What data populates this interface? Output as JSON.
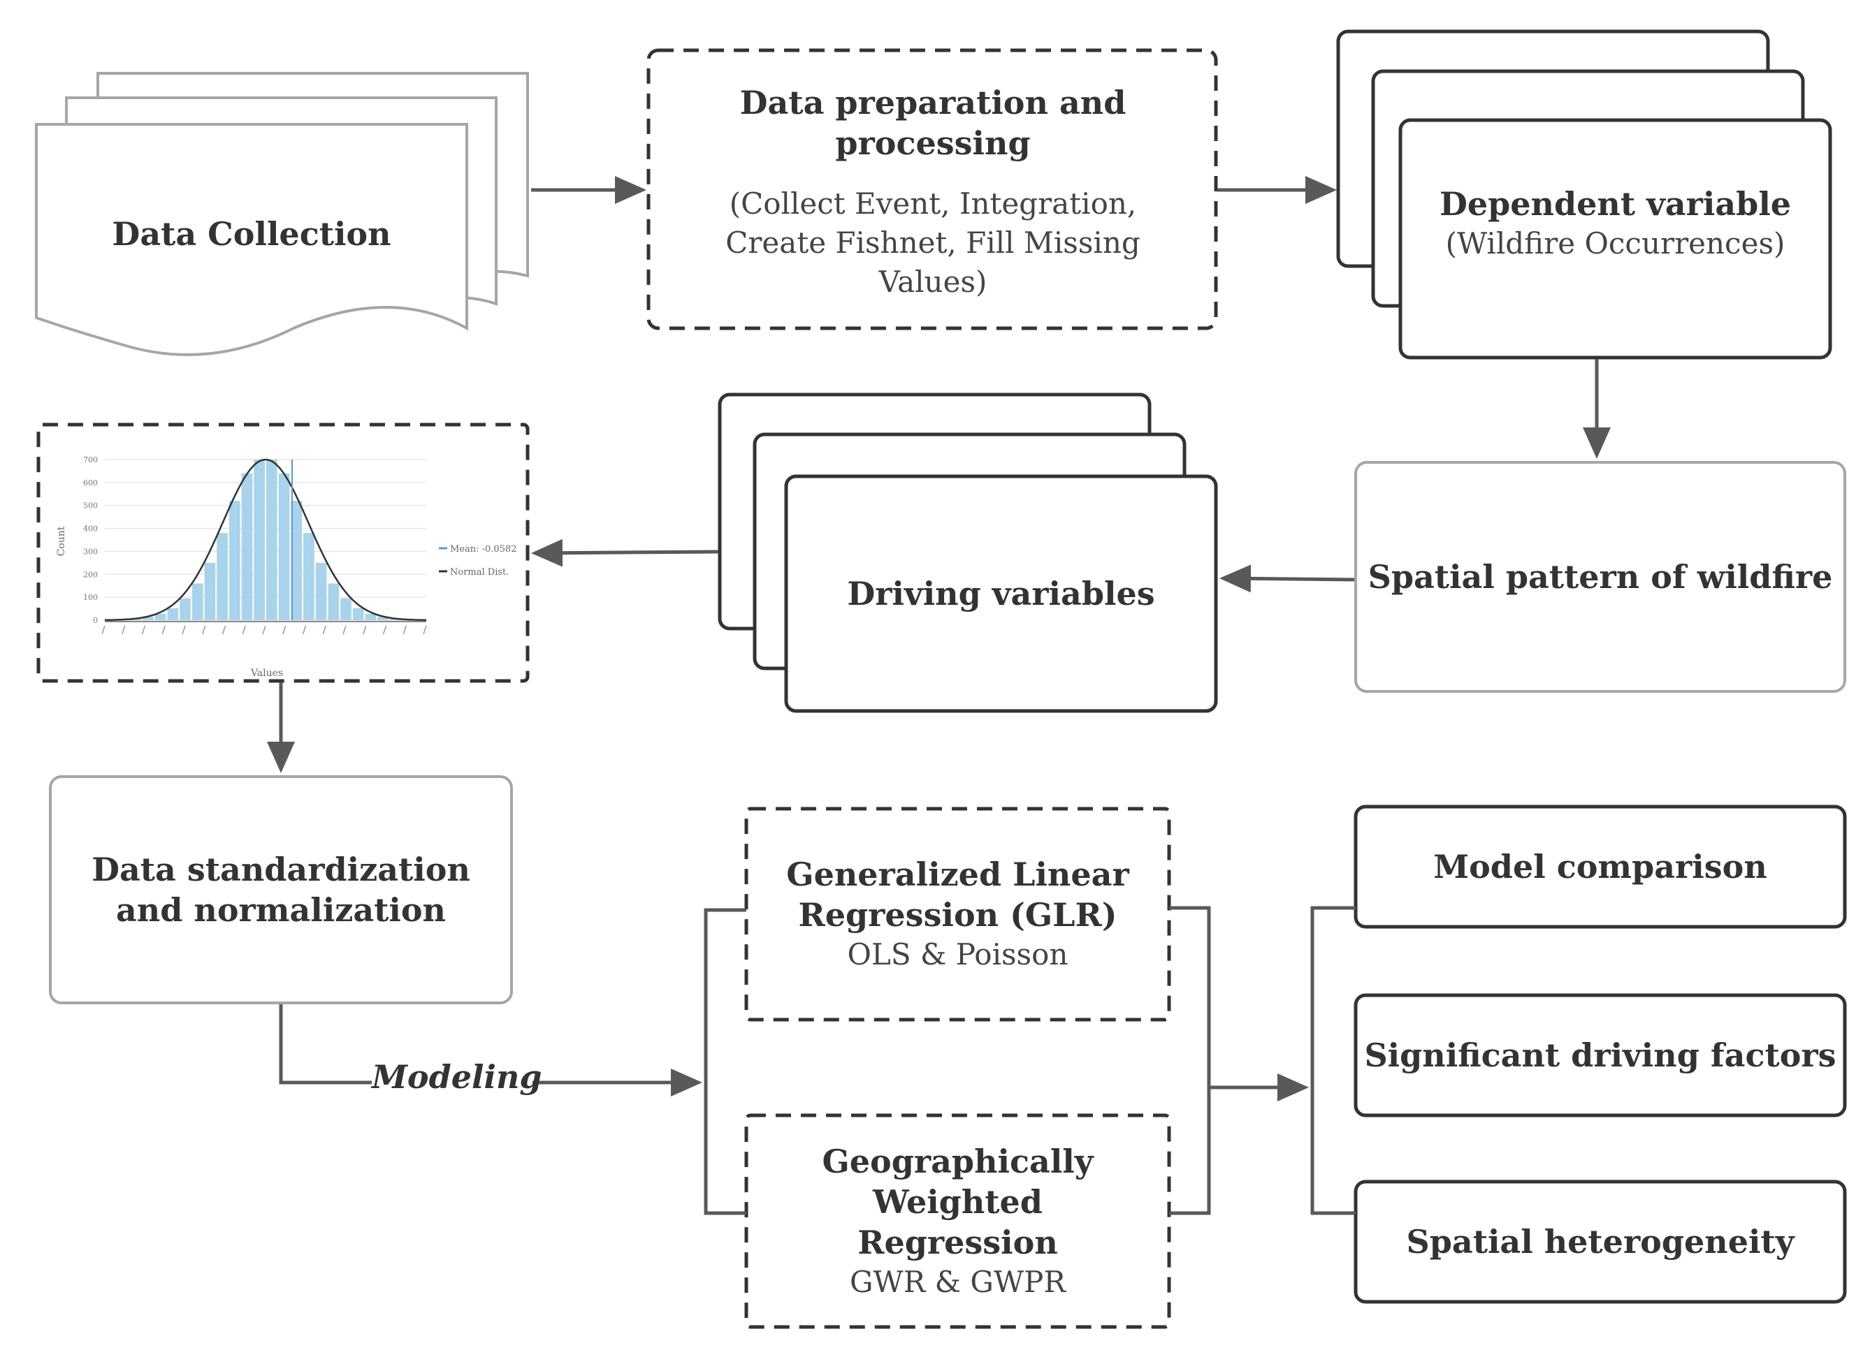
{
  "nodes": {
    "data_collection": {
      "title": "Data Collection"
    },
    "data_preparation": {
      "title": "Data preparation and processing",
      "subtitle": "(Collect Event, Integration, Create Fishnet, Fill Missing Values)"
    },
    "dependent_variable": {
      "title": "Dependent variable",
      "subtitle": "(Wildfire Occurrences)"
    },
    "spatial_pattern": {
      "title": "Spatial pattern of wildfire"
    },
    "driving_variables": {
      "title": "Driving variables"
    },
    "histogram_thumbnail": {
      "ylabel": "Count",
      "xlabel": "Values",
      "legend": [
        "Mean: -0.0582",
        "Normal Dist."
      ]
    },
    "data_standardization": {
      "title": "Data standardization and normalization"
    },
    "glr": {
      "title": "Generalized Linear Regression (GLR)",
      "subtitle": "OLS & Poisson"
    },
    "gwr": {
      "title": "Geographically Weighted Regression",
      "subtitle": "GWR & GWPR"
    },
    "model_comparison": {
      "title": "Model comparison"
    },
    "significant_factors": {
      "title": "Significant driving factors"
    },
    "spatial_heterogeneity": {
      "title": "Spatial heterogeneity"
    }
  },
  "edge_labels": {
    "modeling": "Modeling"
  },
  "chart_data": {
    "type": "bar",
    "ylabel": "Count",
    "xlabel": "Values",
    "y_ticks": [
      "0",
      "100",
      "200",
      "300",
      "400",
      "500",
      "600",
      "700"
    ],
    "values": [
      2,
      4,
      8,
      15,
      28,
      52,
      95,
      160,
      250,
      380,
      520,
      640,
      700,
      700,
      640,
      520,
      380,
      250,
      160,
      95,
      52,
      28,
      15,
      8,
      4,
      2
    ],
    "series": [
      {
        "name": "Mean: -0.0582"
      },
      {
        "name": "Normal Dist."
      }
    ],
    "ylim": [
      0,
      700
    ]
  },
  "colors": {
    "dark_border": "#333333",
    "light_border": "#a6a6a6",
    "arrow": "#595959",
    "bars": "#a9d3ea",
    "curve": "#333333"
  }
}
